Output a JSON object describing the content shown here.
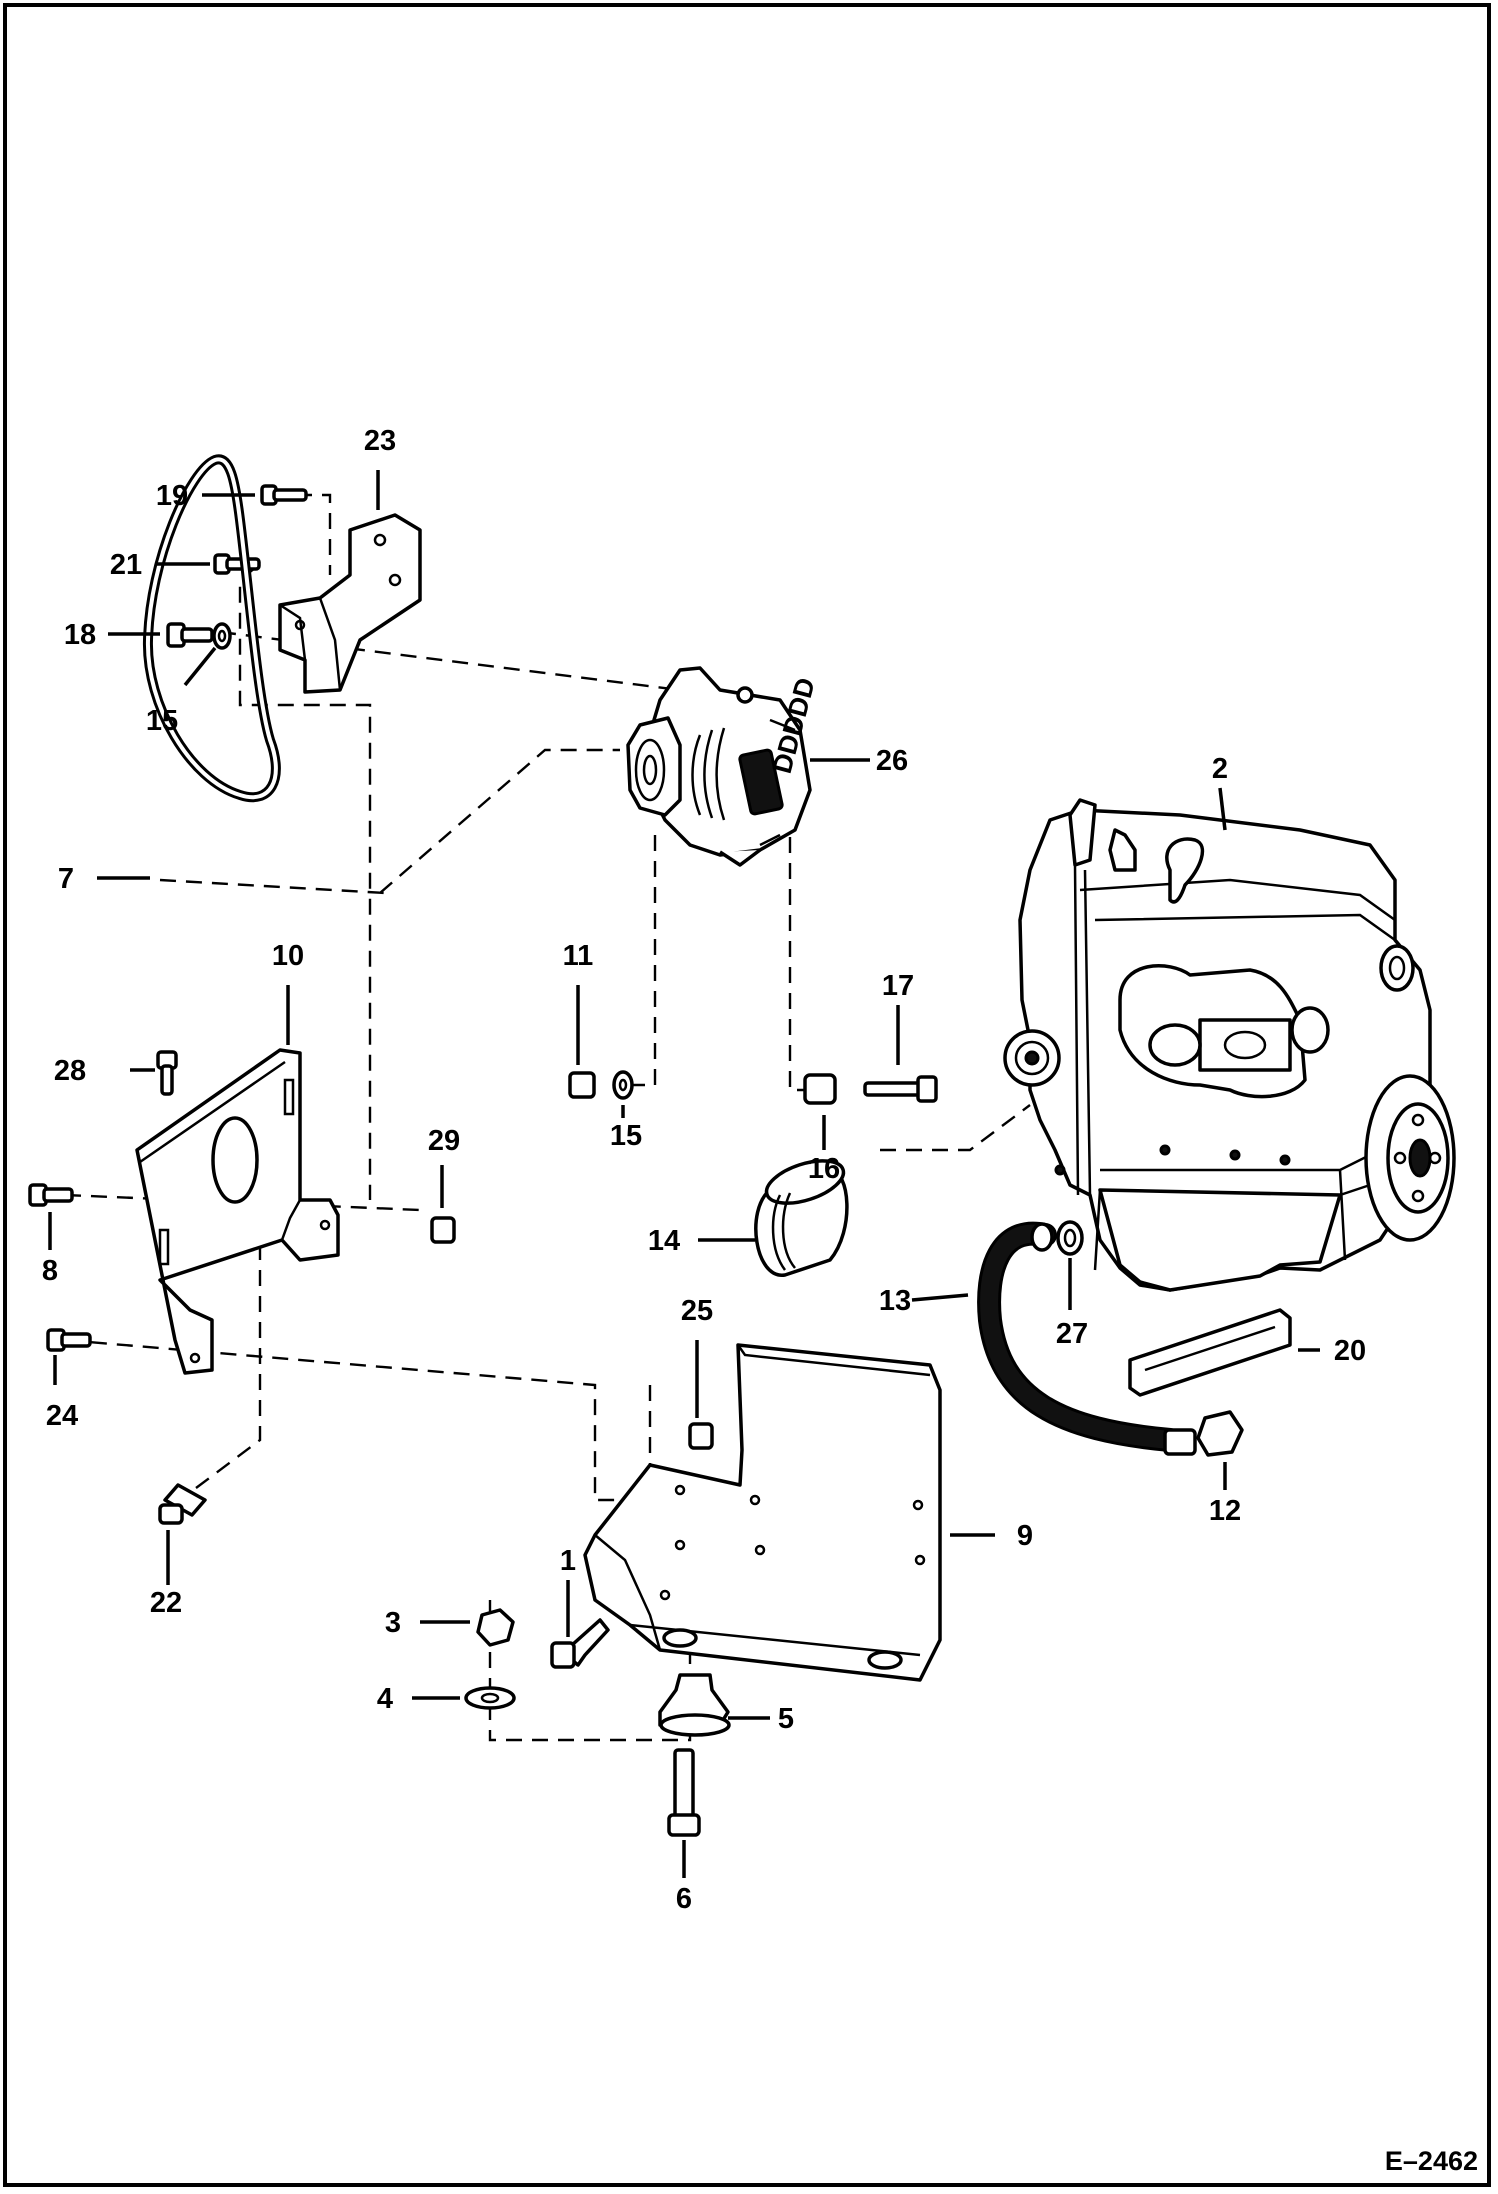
{
  "diagram": {
    "drawing_code": "E–2462",
    "callouts": [
      "1",
      "2",
      "3",
      "4",
      "5",
      "6",
      "7",
      "8",
      "9",
      "10",
      "11",
      "12",
      "13",
      "14",
      "15",
      "15",
      "16",
      "17",
      "18",
      "19",
      "20",
      "21",
      "22",
      "23",
      "24",
      "25",
      "26",
      "27",
      "28",
      "29"
    ]
  }
}
